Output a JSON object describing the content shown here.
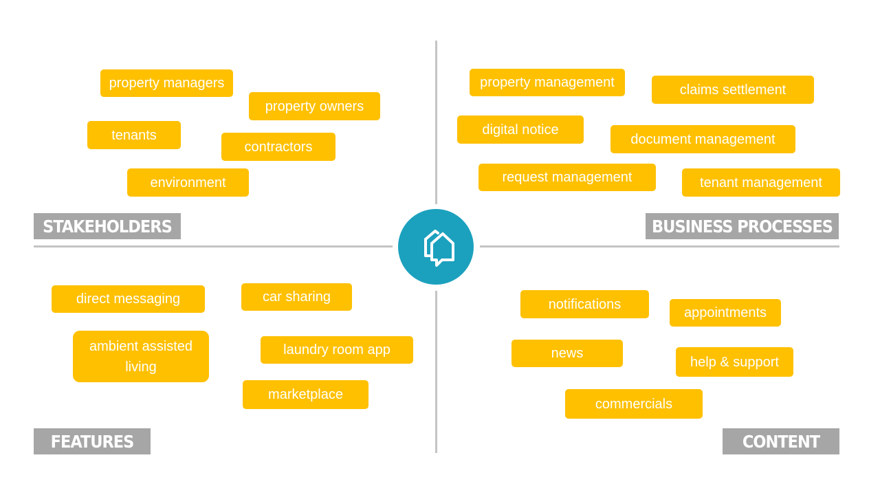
{
  "colors": {
    "tag_fill": "#ffc000",
    "tag_text": "#ffffff",
    "label_fill": "#a6a6a6",
    "divider": "#c4c4c4",
    "logo_fill": "#1ba1be"
  },
  "center_logo": {
    "icon": "house-speech-bubble-icon"
  },
  "quadrants": {
    "stakeholders": {
      "label": "STAKEHOLDERS",
      "items": [
        "property managers",
        "property owners",
        "tenants",
        "contractors",
        "environment"
      ]
    },
    "business_processes": {
      "label": "BUSINESS PROCESSES",
      "items": [
        "property management",
        "claims settlement",
        "digital notice",
        "document management",
        "request management",
        "tenant management"
      ]
    },
    "features": {
      "label": "FEATURES",
      "items": [
        "direct messaging",
        "car sharing",
        "ambient assisted\nliving",
        "laundry room app",
        "marketplace"
      ]
    },
    "content": {
      "label": "CONTENT",
      "items": [
        "notifications",
        "appointments",
        "news",
        "help & support",
        "commercials"
      ]
    }
  }
}
